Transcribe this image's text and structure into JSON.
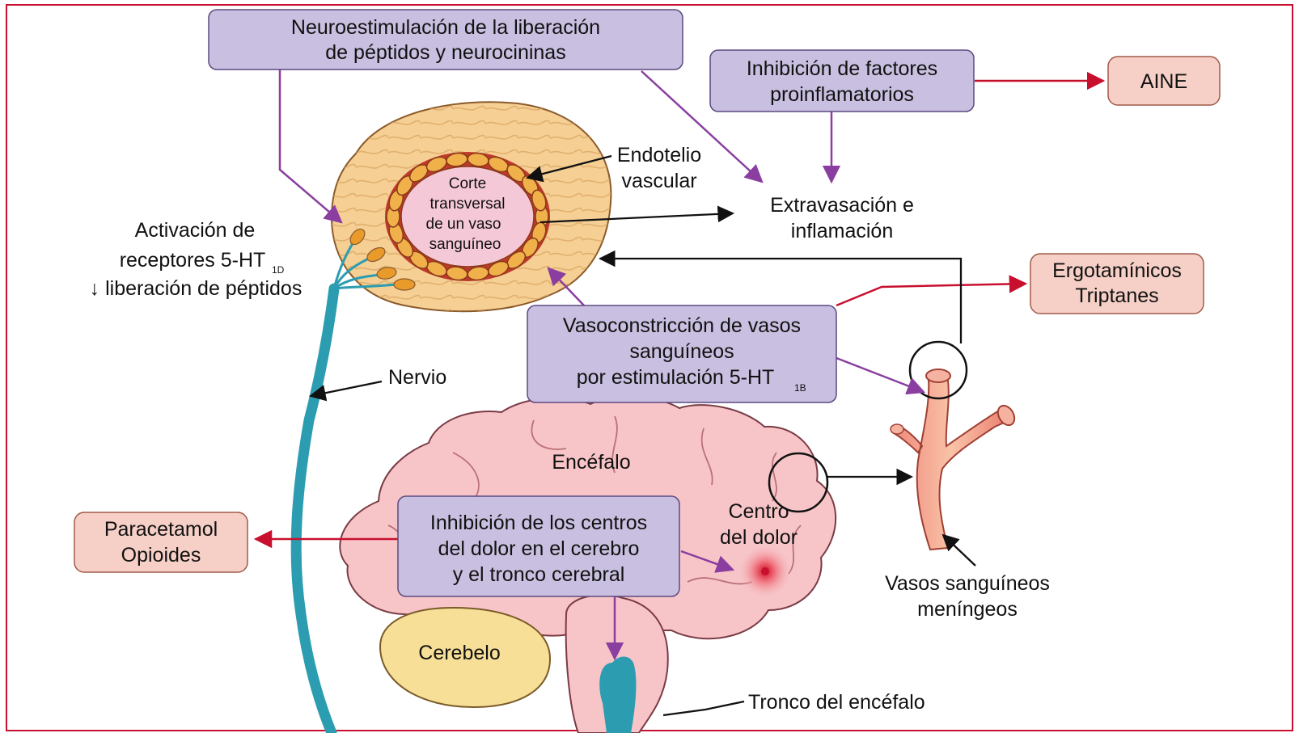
{
  "boxes": {
    "neuro_line1": "Neuroestimulación de la liberación",
    "neuro_line2": "de péptidos y neurocininas",
    "inhib_line1": "Inhibición de factores",
    "inhib_line2": "proinflamatorios",
    "vaso_line1": "Vasoconstricción de vasos",
    "vaso_line2": "sanguíneos",
    "vaso_line3": "por estimulación 5-HT",
    "vaso_sub": "1B",
    "centros_line1": "Inhibición de los centros",
    "centros_line2": "del dolor en el cerebro",
    "centros_line3": "y el tronco cerebral"
  },
  "drugs": {
    "aine": "AINE",
    "ergo_line1": "Ergotamínicos",
    "ergo_line2": "Triptanes",
    "para_line1": "Paracetamol",
    "para_line2": "Opioides"
  },
  "labels": {
    "corte_1": "Corte",
    "corte_2": "transversal",
    "corte_3": "de un vaso",
    "corte_4": "sanguíneo",
    "endotelio_1": "Endotelio",
    "endotelio_2": "vascular",
    "extrav_1": "Extravasación e",
    "extrav_2": "inflamación",
    "activ_1": "Activación de",
    "activ_2": "receptores 5-HT",
    "activ_sub": "1D",
    "activ_3": "↓ liberación de péptidos",
    "nervio": "Nervio",
    "encefalo": "Encéfalo",
    "centro_1": "Centro",
    "centro_2": "del dolor",
    "vasos_1": "Vasos sanguíneos",
    "vasos_2": "meníngeos",
    "cerebelo": "Cerebelo",
    "tronco": "Tronco del encéfalo"
  },
  "colors": {
    "purple_box": "#c9bfe0",
    "purple_arrow": "#8a3ea0",
    "red_arrow": "#c8102e",
    "drug_box": "#f6d0c6",
    "frame": "#c8102e",
    "nerve": "#2c9db0",
    "brain": "#f7c5c8",
    "vessel_outer": "#f5cf94"
  }
}
